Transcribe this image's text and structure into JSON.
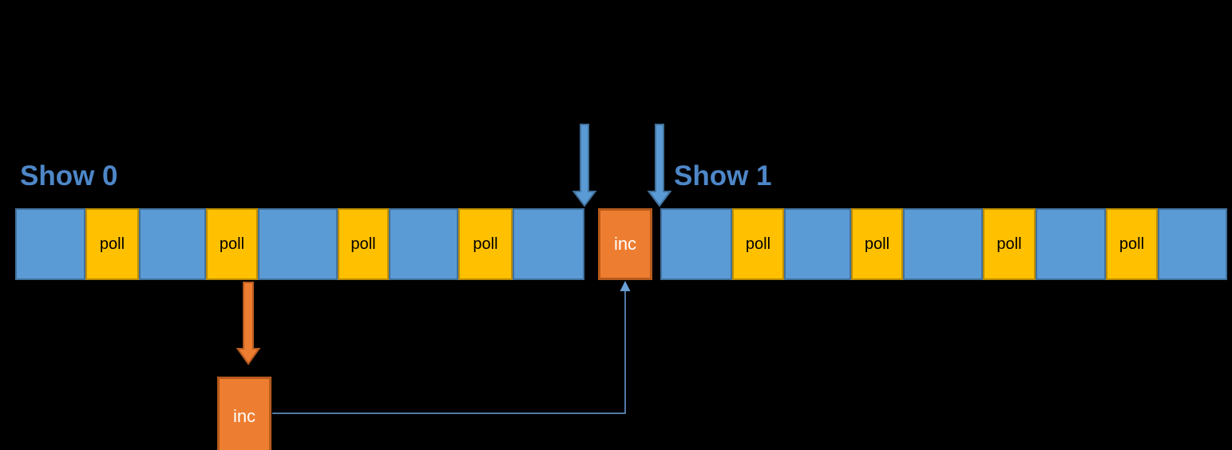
{
  "labels": {
    "show0": "Show 0",
    "show1": "Show 1",
    "poll": "poll",
    "inc": "inc"
  },
  "colors": {
    "background": "#000000",
    "blue_fill": "#5B9BD5",
    "blue_border": "#41719C",
    "poll_fill": "#FFC000",
    "poll_border": "#BC8C00",
    "poll_text": "#000000",
    "inc_fill": "#ED7D31",
    "inc_border": "#B75A1C",
    "inc_text": "#FFFFFF",
    "show_label": "#4E87C8",
    "arrow_blue_fill": "#5B9BD5",
    "arrow_blue_border": "#41719C",
    "arrow_orange_fill": "#ED7D31",
    "arrow_orange_border": "#B55A1F",
    "connector": "#6A9FD8"
  },
  "icons": {
    "marker_arrow_left": "down-arrow",
    "marker_arrow_right": "down-arrow",
    "extract_arrow": "down-arrow",
    "return_connector": "up-arrow-elbow-connector"
  },
  "timeline": {
    "blocks": [
      {
        "type": "run",
        "width": 88
      },
      {
        "type": "poll",
        "width": 67,
        "label": "poll"
      },
      {
        "type": "run",
        "width": 84
      },
      {
        "type": "poll",
        "width": 65,
        "label": "poll"
      },
      {
        "type": "run",
        "width": 100
      },
      {
        "type": "poll",
        "width": 64,
        "label": "poll"
      },
      {
        "type": "run",
        "width": 87
      },
      {
        "type": "poll",
        "width": 68,
        "label": "poll"
      },
      {
        "type": "run",
        "width": 90
      },
      {
        "type": "gap",
        "width": 17
      },
      {
        "type": "inc",
        "width": 68,
        "label": "inc"
      },
      {
        "type": "gap",
        "width": 10
      },
      {
        "type": "run",
        "width": 90
      },
      {
        "type": "poll",
        "width": 65,
        "label": "poll"
      },
      {
        "type": "run",
        "width": 84
      },
      {
        "type": "poll",
        "width": 65,
        "label": "poll"
      },
      {
        "type": "run",
        "width": 100
      },
      {
        "type": "poll",
        "width": 66,
        "label": "poll"
      },
      {
        "type": "run",
        "width": 88
      },
      {
        "type": "poll",
        "width": 65,
        "label": "poll"
      },
      {
        "type": "run",
        "width": 87
      }
    ]
  },
  "detached_inc": {
    "label": "inc"
  }
}
